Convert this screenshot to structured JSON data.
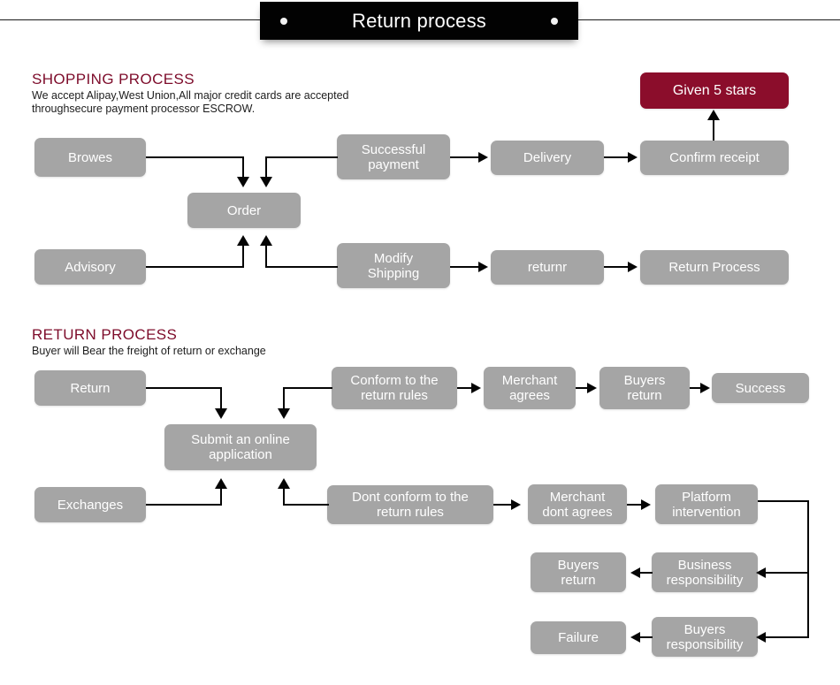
{
  "banner": {
    "title": "Return process",
    "dot_left": "bullet-dot",
    "dot_right": "bullet-dot"
  },
  "shopping_section": {
    "heading": "SHOPPING PROCESS",
    "subtext": "We accept Alipay,West Union,All major credit cards are accepted\nthroughsecure payment processor ESCROW."
  },
  "return_section": {
    "heading": "RETURN PROCESS",
    "subtext": "Buyer will Bear the freight of return or exchange"
  },
  "colors": {
    "node_gray": "#a5a5a5",
    "node_accent": "#8b0d2b",
    "heading_maroon": "#7d0b2a",
    "banner_black": "#020202",
    "connector": "#050505",
    "node_text": "#ffffff"
  },
  "shopping_nodes": {
    "browes": "Browes",
    "order": "Order",
    "successful_payment": "Successful\npayment",
    "delivery": "Delivery",
    "confirm_receipt": "Confirm receipt",
    "given_5_stars": "Given 5 stars",
    "advisory": "Advisory",
    "modify_shipping": "Modify\nShipping",
    "returnr": "returnr",
    "return_process": "Return Process"
  },
  "return_nodes": {
    "return": "Return",
    "submit_application": "Submit an online\napplication",
    "conform_rules": "Conform to the\nreturn rules",
    "merchant_agrees": "Merchant\nagrees",
    "buyers_return_top": "Buyers\nreturn",
    "success": "Success",
    "exchanges": "Exchanges",
    "dont_conform_rules": "Dont conform to the\nreturn rules",
    "merchant_dont_agrees": "Merchant\ndont agrees",
    "platform_intervention": "Platform\nintervention",
    "business_responsibility": "Business\nresponsibility",
    "buyers_return_mid": "Buyers\nreturn",
    "buyers_responsibility": "Buyers\nresponsibility",
    "failure": "Failure"
  }
}
